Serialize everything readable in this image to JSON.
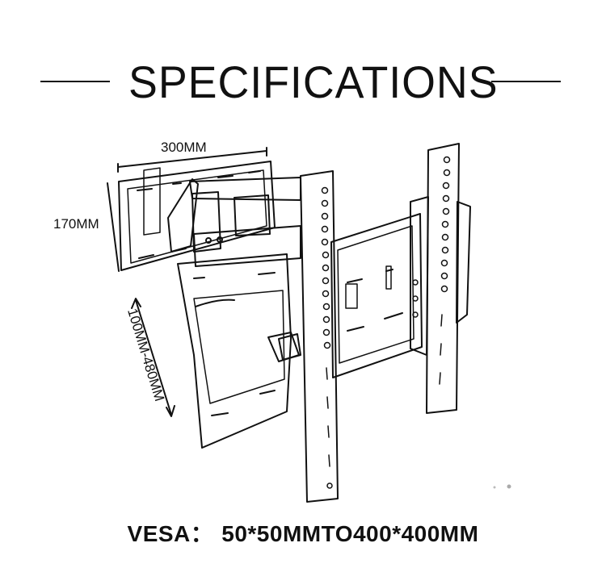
{
  "header": {
    "title": "SPECIFICATIONS"
  },
  "dimensions": {
    "width_label": "300MM",
    "height_label": "170MM",
    "arm_range_label": "100MM-480MM"
  },
  "footer": {
    "vesa_label": "VESA：",
    "vesa_value": "50*50MMTO400*400MM"
  }
}
